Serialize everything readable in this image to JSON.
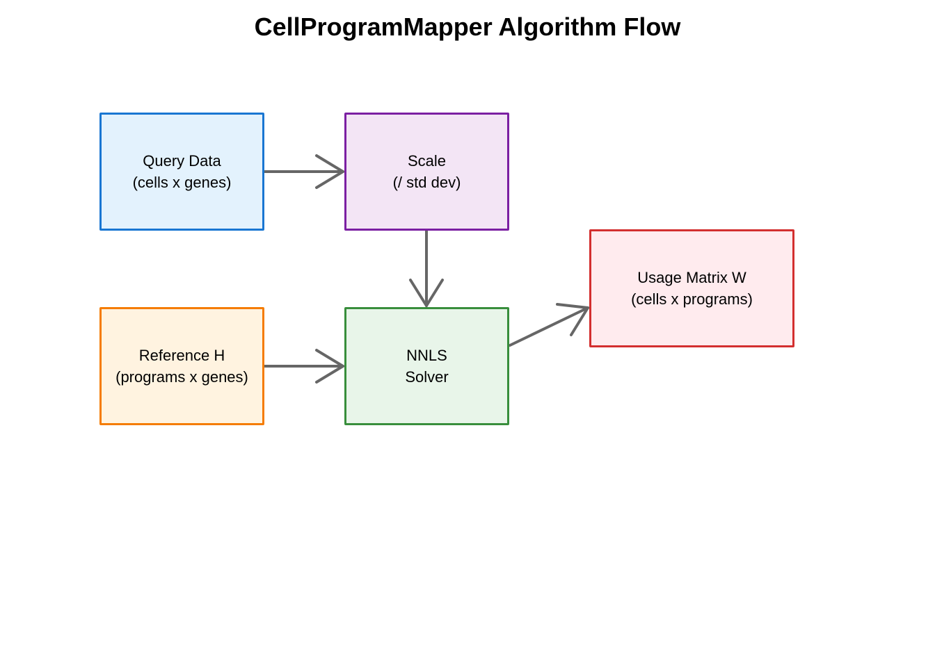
{
  "title": "CellProgramMapper Algorithm Flow",
  "nodes": {
    "query": {
      "line1": "Query Data",
      "line2": "(cells x genes)",
      "border_color": "#1976D2",
      "fill_color": "#E3F2FD"
    },
    "scale": {
      "line1": "Scale",
      "line2": "(/ std dev)",
      "border_color": "#7B1FA2",
      "fill_color": "#F3E5F5"
    },
    "reference": {
      "line1": "Reference H",
      "line2": "(programs x genes)",
      "border_color": "#F57C00",
      "fill_color": "#FFF3E0"
    },
    "nnls": {
      "line1": "NNLS",
      "line2": "Solver",
      "border_color": "#388E3C",
      "fill_color": "#E8F5E9"
    },
    "usage": {
      "line1": "Usage Matrix W",
      "line2": "(cells x programs)",
      "border_color": "#D32F2F",
      "fill_color": "#FFEBEE"
    }
  },
  "edges": [
    {
      "from": "query",
      "to": "scale"
    },
    {
      "from": "scale",
      "to": "nnls"
    },
    {
      "from": "reference",
      "to": "nnls"
    },
    {
      "from": "nnls",
      "to": "usage"
    }
  ],
  "arrow_color": "#666666"
}
